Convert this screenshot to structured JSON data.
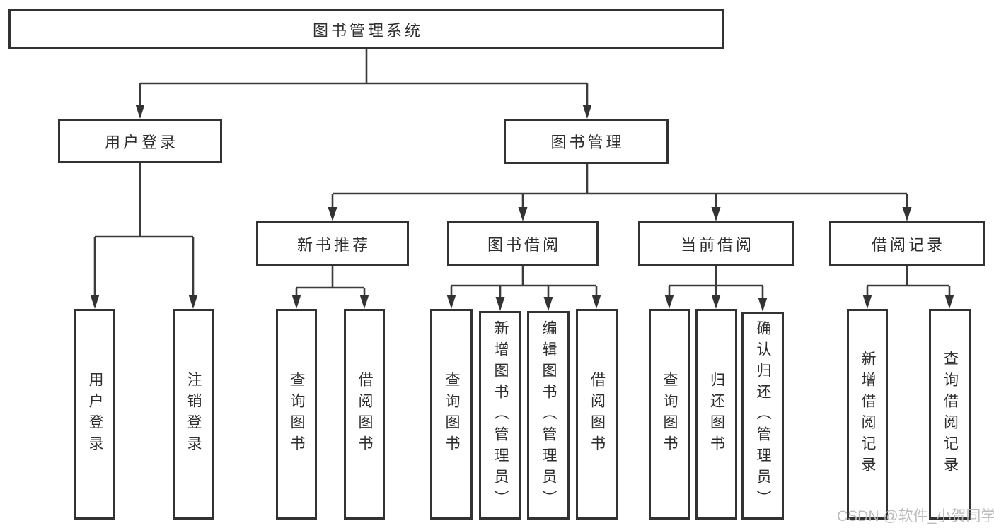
{
  "diagram": {
    "root": "图书管理系统",
    "branches": {
      "user_login": {
        "label": "用户登录",
        "children": {
          "login": "用户登录",
          "logout": "注销登录"
        }
      },
      "book_mgmt": {
        "label": "图书管理",
        "children": {
          "new_book_rec": {
            "label": "新书推荐",
            "children": {
              "query_books": "查询图书",
              "borrow_books": "借阅图书"
            }
          },
          "book_borrow": {
            "label": "图书借阅",
            "children": {
              "query_books": "查询图书",
              "add_books_admin": "新增图书（管理员）",
              "edit_books_admin": "编辑图书（管理员）",
              "borrow_books": "借阅图书"
            }
          },
          "current_borrow": {
            "label": "当前借阅",
            "children": {
              "query_books": "查询图书",
              "return_books": "归还图书",
              "confirm_return_admin": "确认归还（管理员）"
            }
          },
          "borrow_records": {
            "label": "借阅记录",
            "children": {
              "add_record": "新增借阅记录",
              "query_record": "查询借阅记录"
            }
          }
        }
      }
    }
  },
  "watermark": "CSDN @软件_小贺同学",
  "colors": {
    "box_border": "#323232",
    "connector_line": "#3b3b3b",
    "text": "#2e2e2e",
    "watermark": "#b9b9b9",
    "background": "#ffffff"
  }
}
